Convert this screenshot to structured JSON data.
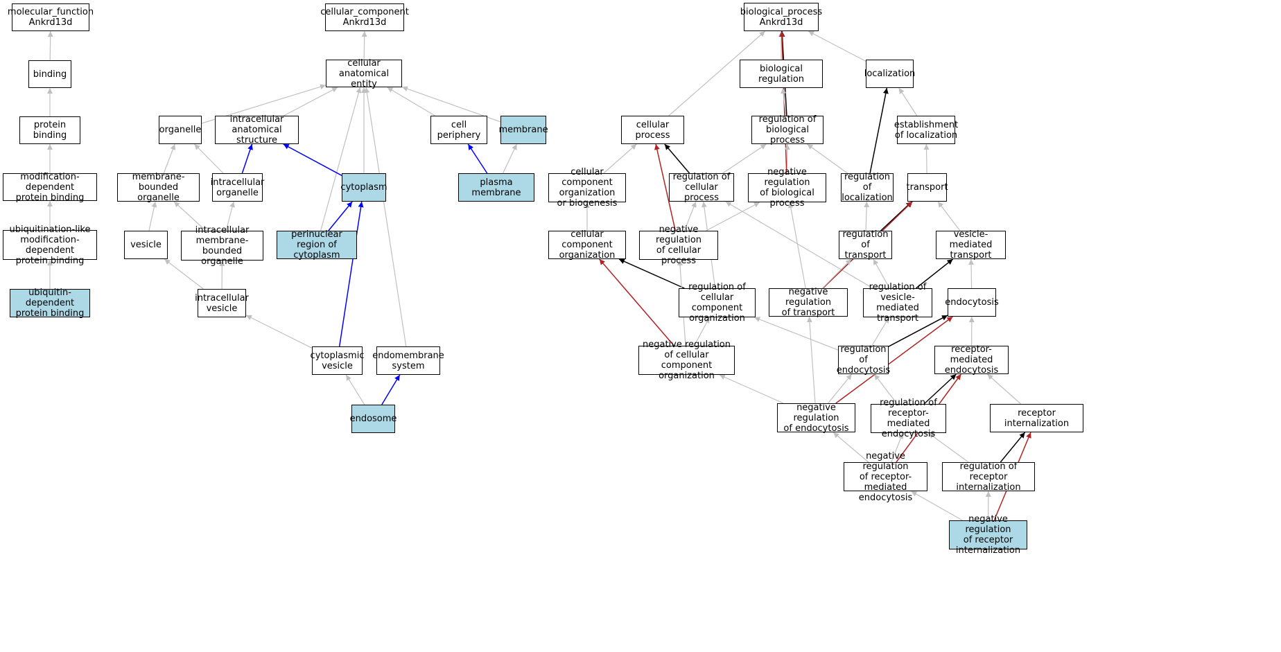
{
  "colors": {
    "highlight_fill": "#add8e6",
    "node_fill": "#ffffff",
    "node_border": "#000000",
    "edge_is_a": "#c0c0c0",
    "edge_regulates": "#000000",
    "edge_negatively_regulates": "#b22222",
    "edge_part_of": "#0000ff"
  },
  "nodes": [
    {
      "id": "mf_root",
      "label": "molecular_function\nAnkrd13d",
      "highlight": false
    },
    {
      "id": "binding",
      "label": "binding",
      "highlight": false
    },
    {
      "id": "protein_binding",
      "label": "protein binding",
      "highlight": false
    },
    {
      "id": "mod_dep_binding",
      "label": "modification-dependent\nprotein binding",
      "highlight": false
    },
    {
      "id": "ubl_mod_dep_binding",
      "label": "ubiquitination-like\nmodification-dependent\nprotein binding",
      "highlight": false
    },
    {
      "id": "ub_dep_binding",
      "label": "ubiquitin-dependent\nprotein binding",
      "highlight": true
    },
    {
      "id": "cc_root",
      "label": "cellular_component\nAnkrd13d",
      "highlight": false
    },
    {
      "id": "cae",
      "label": "cellular anatomical\nentity",
      "highlight": false
    },
    {
      "id": "organelle",
      "label": "organelle",
      "highlight": false
    },
    {
      "id": "ias",
      "label": "intracellular\nanatomical structure",
      "highlight": false
    },
    {
      "id": "cell_periphery",
      "label": "cell periphery",
      "highlight": false
    },
    {
      "id": "membrane",
      "label": "membrane",
      "highlight": true
    },
    {
      "id": "mbo",
      "label": "membrane-bounded\norganelle",
      "highlight": false
    },
    {
      "id": "io",
      "label": "intracellular\norganelle",
      "highlight": false
    },
    {
      "id": "cytoplasm",
      "label": "cytoplasm",
      "highlight": true
    },
    {
      "id": "plasma_membrane",
      "label": "plasma membrane",
      "highlight": true
    },
    {
      "id": "vesicle",
      "label": "vesicle",
      "highlight": false
    },
    {
      "id": "imbo",
      "label": "intracellular\nmembrane-bounded\norganelle",
      "highlight": false
    },
    {
      "id": "perinuclear",
      "label": "perinuclear\nregion of cytoplasm",
      "highlight": true
    },
    {
      "id": "iv",
      "label": "intracellular\nvesicle",
      "highlight": false
    },
    {
      "id": "cv",
      "label": "cytoplasmic\nvesicle",
      "highlight": false
    },
    {
      "id": "endomembrane",
      "label": "endomembrane\nsystem",
      "highlight": false
    },
    {
      "id": "endosome",
      "label": "endosome",
      "highlight": true
    },
    {
      "id": "bp_root",
      "label": "biological_process\nAnkrd13d",
      "highlight": false
    },
    {
      "id": "biol_reg",
      "label": "biological regulation",
      "highlight": false
    },
    {
      "id": "localization",
      "label": "localization",
      "highlight": false
    },
    {
      "id": "cellular_process",
      "label": "cellular process",
      "highlight": false
    },
    {
      "id": "reg_bp",
      "label": "regulation of\nbiological process",
      "highlight": false
    },
    {
      "id": "est_loc",
      "label": "establishment\nof localization",
      "highlight": false
    },
    {
      "id": "ccob",
      "label": "cellular component\norganization\nor biogenesis",
      "highlight": false
    },
    {
      "id": "reg_cp",
      "label": "regulation of\ncellular process",
      "highlight": false
    },
    {
      "id": "neg_reg_bp",
      "label": "negative regulation\nof biological\nprocess",
      "highlight": false
    },
    {
      "id": "reg_loc",
      "label": "regulation of\nlocalization",
      "highlight": false
    },
    {
      "id": "transport",
      "label": "transport",
      "highlight": false
    },
    {
      "id": "cco",
      "label": "cellular component\norganization",
      "highlight": false
    },
    {
      "id": "neg_reg_cp",
      "label": "negative regulation\nof cellular\nprocess",
      "highlight": false
    },
    {
      "id": "reg_transport",
      "label": "regulation of\ntransport",
      "highlight": false
    },
    {
      "id": "vmt",
      "label": "vesicle-mediated\ntransport",
      "highlight": false
    },
    {
      "id": "reg_cco",
      "label": "regulation of\ncellular component\norganization",
      "highlight": false
    },
    {
      "id": "neg_reg_transport",
      "label": "negative regulation\nof transport",
      "highlight": false
    },
    {
      "id": "reg_vmt",
      "label": "regulation of\nvesicle-mediated\ntransport",
      "highlight": false
    },
    {
      "id": "endocytosis",
      "label": "endocytosis",
      "highlight": false
    },
    {
      "id": "neg_reg_cco",
      "label": "negative regulation\nof cellular\ncomponent organization",
      "highlight": false
    },
    {
      "id": "reg_endo",
      "label": "regulation of\nendocytosis",
      "highlight": false
    },
    {
      "id": "rme",
      "label": "receptor-mediated\nendocytosis",
      "highlight": false
    },
    {
      "id": "neg_reg_endo",
      "label": "negative regulation\nof endocytosis",
      "highlight": false
    },
    {
      "id": "reg_rme",
      "label": "regulation of\nreceptor-mediated\nendocytosis",
      "highlight": false
    },
    {
      "id": "ri",
      "label": "receptor internalization",
      "highlight": false
    },
    {
      "id": "neg_reg_rme",
      "label": "negative regulation\nof receptor-mediated\nendocytosis",
      "highlight": false
    },
    {
      "id": "reg_ri",
      "label": "regulation of\nreceptor internalization",
      "highlight": false
    },
    {
      "id": "neg_reg_ri",
      "label": "negative regulation\nof receptor\ninternalization",
      "highlight": true
    }
  ],
  "edges": [
    {
      "from": "binding",
      "to": "mf_root",
      "type": "is_a"
    },
    {
      "from": "protein_binding",
      "to": "binding",
      "type": "is_a"
    },
    {
      "from": "mod_dep_binding",
      "to": "protein_binding",
      "type": "is_a"
    },
    {
      "from": "ubl_mod_dep_binding",
      "to": "mod_dep_binding",
      "type": "is_a"
    },
    {
      "from": "ub_dep_binding",
      "to": "ubl_mod_dep_binding",
      "type": "is_a"
    },
    {
      "from": "cae",
      "to": "cc_root",
      "type": "is_a"
    },
    {
      "from": "organelle",
      "to": "cae",
      "type": "is_a"
    },
    {
      "from": "ias",
      "to": "cae",
      "type": "is_a"
    },
    {
      "from": "cell_periphery",
      "to": "cae",
      "type": "is_a"
    },
    {
      "from": "membrane",
      "to": "cae",
      "type": "is_a"
    },
    {
      "from": "cytoplasm",
      "to": "cae",
      "type": "is_a"
    },
    {
      "from": "perinuclear",
      "to": "cae",
      "type": "is_a"
    },
    {
      "from": "endomembrane",
      "to": "cae",
      "type": "is_a"
    },
    {
      "from": "mbo",
      "to": "organelle",
      "type": "is_a"
    },
    {
      "from": "io",
      "to": "organelle",
      "type": "is_a"
    },
    {
      "from": "io",
      "to": "ias",
      "type": "part_of"
    },
    {
      "from": "cytoplasm",
      "to": "ias",
      "type": "part_of"
    },
    {
      "from": "plasma_membrane",
      "to": "cell_periphery",
      "type": "part_of"
    },
    {
      "from": "plasma_membrane",
      "to": "membrane",
      "type": "is_a"
    },
    {
      "from": "vesicle",
      "to": "mbo",
      "type": "is_a"
    },
    {
      "from": "imbo",
      "to": "mbo",
      "type": "is_a"
    },
    {
      "from": "imbo",
      "to": "io",
      "type": "is_a"
    },
    {
      "from": "perinuclear",
      "to": "cytoplasm",
      "type": "part_of"
    },
    {
      "from": "iv",
      "to": "vesicle",
      "type": "is_a"
    },
    {
      "from": "iv",
      "to": "imbo",
      "type": "is_a"
    },
    {
      "from": "cv",
      "to": "iv",
      "type": "is_a"
    },
    {
      "from": "cv",
      "to": "cytoplasm",
      "type": "part_of"
    },
    {
      "from": "endosome",
      "to": "cv",
      "type": "is_a"
    },
    {
      "from": "endosome",
      "to": "endomembrane",
      "type": "part_of"
    },
    {
      "from": "cellular_process",
      "to": "bp_root",
      "type": "is_a"
    },
    {
      "from": "biol_reg",
      "to": "bp_root",
      "type": "is_a"
    },
    {
      "from": "localization",
      "to": "bp_root",
      "type": "is_a"
    },
    {
      "from": "reg_bp",
      "to": "bp_root",
      "type": "regulates"
    },
    {
      "from": "neg_reg_bp",
      "to": "bp_root",
      "type": "negatively_regulates"
    },
    {
      "from": "reg_bp",
      "to": "biol_reg",
      "type": "is_a"
    },
    {
      "from": "est_loc",
      "to": "localization",
      "type": "is_a"
    },
    {
      "from": "reg_loc",
      "to": "localization",
      "type": "regulates"
    },
    {
      "from": "ccob",
      "to": "cellular_process",
      "type": "is_a"
    },
    {
      "from": "reg_cp",
      "to": "cellular_process",
      "type": "regulates"
    },
    {
      "from": "neg_reg_cp",
      "to": "cellular_process",
      "type": "negatively_regulates"
    },
    {
      "from": "reg_cp",
      "to": "reg_bp",
      "type": "is_a"
    },
    {
      "from": "neg_reg_bp",
      "to": "reg_bp",
      "type": "is_a"
    },
    {
      "from": "reg_loc",
      "to": "reg_bp",
      "type": "is_a"
    },
    {
      "from": "transport",
      "to": "est_loc",
      "type": "is_a"
    },
    {
      "from": "cco",
      "to": "ccob",
      "type": "is_a"
    },
    {
      "from": "neg_reg_cp",
      "to": "reg_cp",
      "type": "is_a"
    },
    {
      "from": "neg_reg_cp",
      "to": "neg_reg_bp",
      "type": "is_a"
    },
    {
      "from": "reg_cco",
      "to": "reg_cp",
      "type": "is_a"
    },
    {
      "from": "reg_vmt",
      "to": "reg_cp",
      "type": "is_a"
    },
    {
      "from": "neg_reg_transport",
      "to": "neg_reg_bp",
      "type": "is_a"
    },
    {
      "from": "reg_transport",
      "to": "reg_loc",
      "type": "is_a"
    },
    {
      "from": "reg_transport",
      "to": "transport",
      "type": "regulates"
    },
    {
      "from": "neg_reg_transport",
      "to": "transport",
      "type": "negatively_regulates"
    },
    {
      "from": "vmt",
      "to": "transport",
      "type": "is_a"
    },
    {
      "from": "reg_cco",
      "to": "cco",
      "type": "regulates"
    },
    {
      "from": "neg_reg_cco",
      "to": "cco",
      "type": "negatively_regulates"
    },
    {
      "from": "neg_reg_transport",
      "to": "reg_transport",
      "type": "is_a"
    },
    {
      "from": "reg_vmt",
      "to": "reg_transport",
      "type": "is_a"
    },
    {
      "from": "reg_vmt",
      "to": "vmt",
      "type": "regulates"
    },
    {
      "from": "endocytosis",
      "to": "vmt",
      "type": "is_a"
    },
    {
      "from": "neg_reg_cco",
      "to": "neg_reg_cp",
      "type": "is_a"
    },
    {
      "from": "neg_reg_cco",
      "to": "reg_cco",
      "type": "is_a"
    },
    {
      "from": "reg_endo",
      "to": "reg_cco",
      "type": "is_a"
    },
    {
      "from": "reg_endo",
      "to": "reg_vmt",
      "type": "is_a"
    },
    {
      "from": "reg_endo",
      "to": "endocytosis",
      "type": "regulates"
    },
    {
      "from": "neg_reg_endo",
      "to": "endocytosis",
      "type": "negatively_regulates"
    },
    {
      "from": "rme",
      "to": "endocytosis",
      "type": "is_a"
    },
    {
      "from": "neg_reg_endo",
      "to": "neg_reg_cco",
      "type": "is_a"
    },
    {
      "from": "neg_reg_endo",
      "to": "neg_reg_transport",
      "type": "is_a"
    },
    {
      "from": "neg_reg_endo",
      "to": "reg_endo",
      "type": "is_a"
    },
    {
      "from": "reg_rme",
      "to": "reg_endo",
      "type": "is_a"
    },
    {
      "from": "reg_rme",
      "to": "rme",
      "type": "regulates"
    },
    {
      "from": "neg_reg_rme",
      "to": "rme",
      "type": "negatively_regulates"
    },
    {
      "from": "ri",
      "to": "rme",
      "type": "is_a"
    },
    {
      "from": "neg_reg_rme",
      "to": "neg_reg_endo",
      "type": "is_a"
    },
    {
      "from": "neg_reg_rme",
      "to": "reg_rme",
      "type": "is_a"
    },
    {
      "from": "reg_ri",
      "to": "reg_rme",
      "type": "is_a"
    },
    {
      "from": "reg_ri",
      "to": "ri",
      "type": "regulates"
    },
    {
      "from": "neg_reg_ri",
      "to": "ri",
      "type": "negatively_regulates"
    },
    {
      "from": "neg_reg_ri",
      "to": "neg_reg_rme",
      "type": "is_a"
    },
    {
      "from": "neg_reg_ri",
      "to": "reg_ri",
      "type": "is_a"
    }
  ]
}
